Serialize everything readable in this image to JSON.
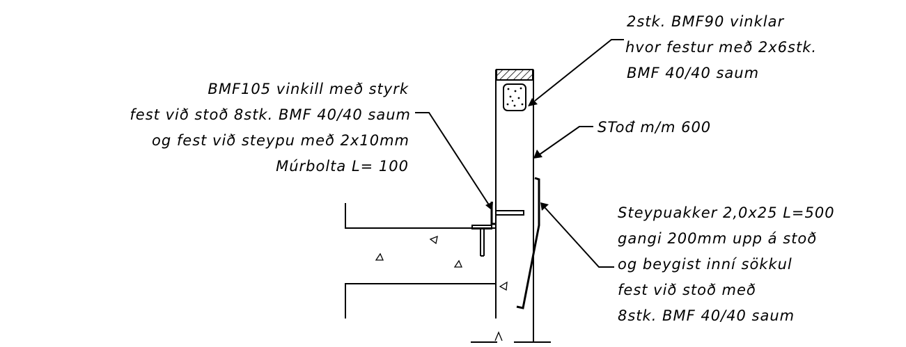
{
  "labels": {
    "angle_bracket_note": [
      "2stk. BMF90 vinklar",
      "hvor festur með 2x6stk.",
      "BMF 40/40 saum"
    ],
    "post_bracket_note": [
      "BMF105 vinkill með styrk",
      "fest við stoð 8stk. BMF 40/40 saum",
      "og fest við steypu með 2x10mm",
      "Múrbolta L= 100"
    ],
    "post_note": [
      "STođ m/m 600"
    ],
    "strap_note": [
      "Steypuakker 2,0x25 L=500",
      "gangi 200mm upp á stoð",
      "og beygist inní sökkul",
      "fest við stoð með",
      "8stk. BMF 40/40 saum"
    ]
  }
}
